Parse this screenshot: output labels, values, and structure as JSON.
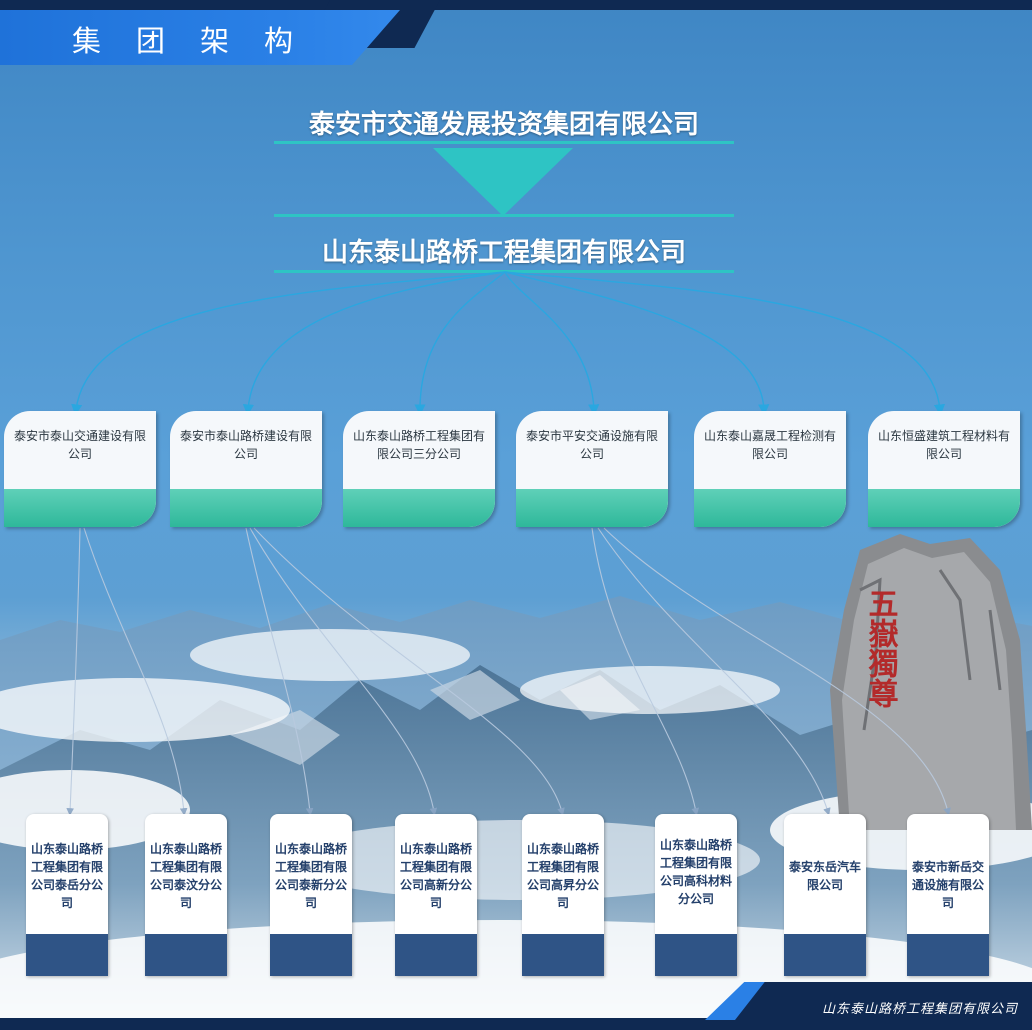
{
  "header": {
    "title": "集团架构"
  },
  "parent_company": "泰安市交通发展投资集团有限公司",
  "group_company": "山东泰山路桥工程集团有限公司",
  "subsidiaries": [
    "泰安市泰山交通建设有限公司",
    "泰安市泰山路桥建设有限公司",
    "山东泰山路桥工程集团有限公司三分公司",
    "泰安市平安交通设施有限公司",
    "山东泰山嘉晟工程检测有限公司",
    "山东恒盛建筑工程材料有限公司"
  ],
  "branches": [
    "山东泰山路桥工程集团有限公司泰岳分公司",
    "山东泰山路桥工程集团有限公司泰汶分公司",
    "山东泰山路桥工程集团有限公司泰新分公司",
    "山东泰山路桥工程集团有限公司高新分公司",
    "山东泰山路桥工程集团有限公司高昇分公司",
    "山东泰山路桥工程集团有限公司高科材料分公司",
    "泰安东岳汽车限公司",
    "泰安市新岳交通设施有限公司"
  ],
  "rock_inscription": "五嶽獨尊",
  "footer": {
    "company": "山东泰山路桥工程集团有限公司"
  },
  "colors": {
    "teal": "#2ec4c4",
    "green_bar": "#2eb89a",
    "navy": "#0f2952",
    "accent_blue": "#2a80e6",
    "branch_bar": "#2f5486"
  }
}
